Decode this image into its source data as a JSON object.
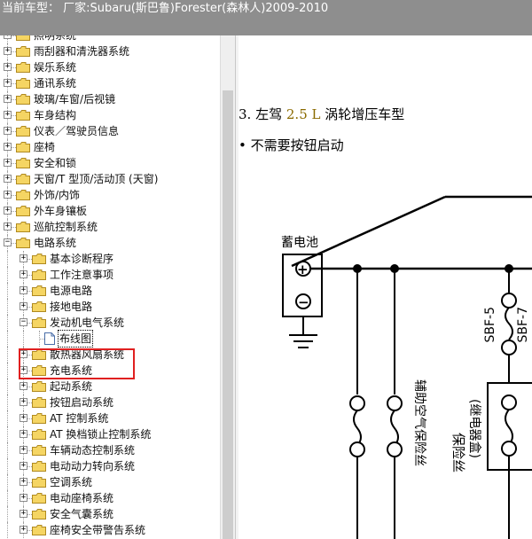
{
  "titlebar": {
    "text": "当前车型： 厂家:Subaru(斯巴鲁)Forester(森林人)2009-2010"
  },
  "tree": {
    "items": [
      {
        "label": "照明系统",
        "level": 0,
        "expanded": false
      },
      {
        "label": "雨刮器和清洗器系统",
        "level": 0,
        "expanded": false
      },
      {
        "label": "娱乐系统",
        "level": 0,
        "expanded": false
      },
      {
        "label": "通讯系统",
        "level": 0,
        "expanded": false
      },
      {
        "label": "玻璃/车窗/后视镜",
        "level": 0,
        "expanded": false
      },
      {
        "label": "车身结构",
        "level": 0,
        "expanded": false
      },
      {
        "label": "仪表／驾驶员信息",
        "level": 0,
        "expanded": false
      },
      {
        "label": "座椅",
        "level": 0,
        "expanded": false
      },
      {
        "label": "安全和锁",
        "level": 0,
        "expanded": false
      },
      {
        "label": "天窗/T 型顶/活动顶 (天窗)",
        "level": 0,
        "expanded": false
      },
      {
        "label": "外饰/内饰",
        "level": 0,
        "expanded": false
      },
      {
        "label": "外车身镶板",
        "level": 0,
        "expanded": false
      },
      {
        "label": "巡航控制系统",
        "level": 0,
        "expanded": false
      },
      {
        "label": "电路系统",
        "level": 0,
        "expanded": true
      },
      {
        "label": "基本诊断程序",
        "level": 1,
        "expanded": false
      },
      {
        "label": "工作注意事项",
        "level": 1,
        "expanded": false
      },
      {
        "label": "电源电路",
        "level": 1,
        "expanded": false
      },
      {
        "label": "接地电路",
        "level": 1,
        "expanded": false
      },
      {
        "label": "发动机电气系统",
        "level": 1,
        "expanded": true,
        "open": true
      },
      {
        "label": "布线图",
        "level": 2,
        "doc": true,
        "selected": true
      },
      {
        "label": "散热器风扇系统",
        "level": 1,
        "expanded": false
      },
      {
        "label": "充电系统",
        "level": 1,
        "expanded": false
      },
      {
        "label": "起动系统",
        "level": 1,
        "expanded": false
      },
      {
        "label": "按钮启动系统",
        "level": 1,
        "expanded": false
      },
      {
        "label": "AT 控制系统",
        "level": 1,
        "expanded": false
      },
      {
        "label": "AT 换档锁止控制系统",
        "level": 1,
        "expanded": false
      },
      {
        "label": "车辆动态控制系统",
        "level": 1,
        "expanded": false
      },
      {
        "label": "电动动力转向系统",
        "level": 1,
        "expanded": false
      },
      {
        "label": "空调系统",
        "level": 1,
        "expanded": false
      },
      {
        "label": "电动座椅系统",
        "level": 1,
        "expanded": false
      },
      {
        "label": "安全气囊系统",
        "level": 1,
        "expanded": false
      },
      {
        "label": "座椅安全带警告系统",
        "level": 1,
        "expanded": false
      }
    ]
  },
  "content": {
    "heading_number": "3.",
    "heading_pre": "左驾",
    "heading_displacement": "2.5 L",
    "heading_post": "涡轮增压车型",
    "bullet": "• 不需要按钮启动",
    "diagram": {
      "battery_label": "蓄电池",
      "plus_symbol": "+",
      "minus_symbol": "−",
      "fuse_sbf5": "SBF-5",
      "fuse_sbf7": "SBF-7",
      "aux_air_fuse": "辅助空气保险丝",
      "fuse_label": "保险丝",
      "relay_box_label": "(继电器盒)"
    }
  },
  "colors": {
    "titlebar_bg": "#8e8e8e",
    "highlight_border": "#e02020",
    "folder_fill": "#f5d563",
    "number_color": "#8a6a00"
  }
}
